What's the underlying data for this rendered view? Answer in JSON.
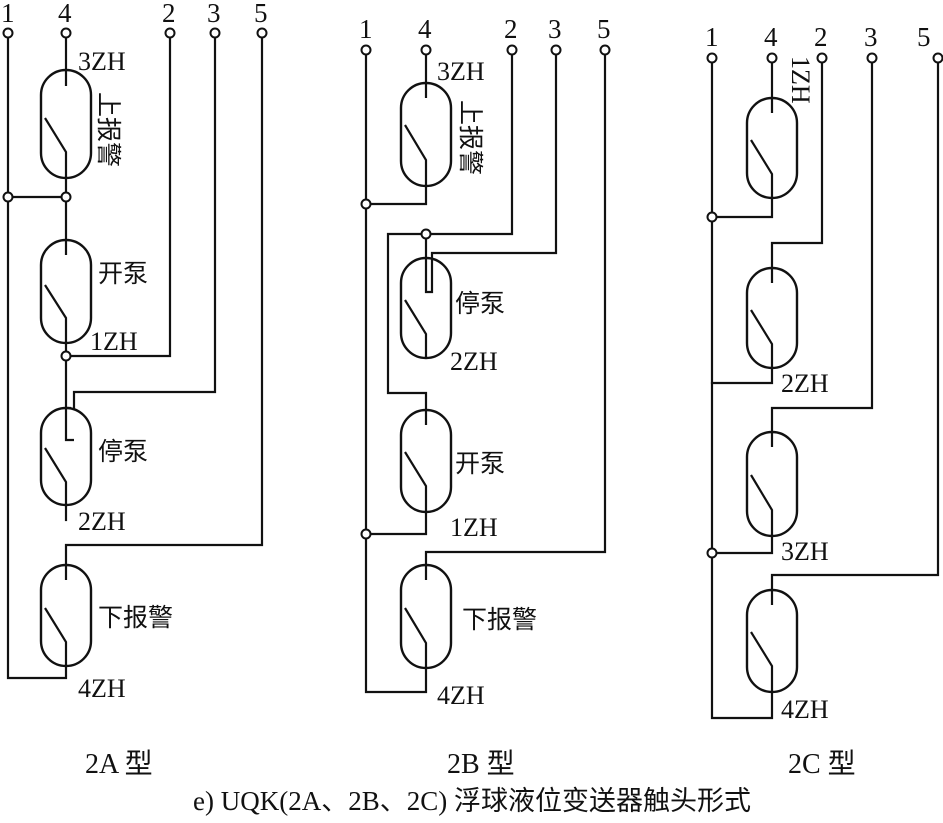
{
  "terminal_labels": [
    "1",
    "4",
    "2",
    "3",
    "5"
  ],
  "diagrams": [
    {
      "type_label": "2A 型",
      "switches": [
        {
          "code": "3ZH",
          "function": "上报警"
        },
        {
          "code": "1ZH",
          "function": "开泵"
        },
        {
          "code": "2ZH",
          "function": "停泵"
        },
        {
          "code": "4ZH",
          "function": "下报警"
        }
      ]
    },
    {
      "type_label": "2B 型",
      "switches": [
        {
          "code": "3ZH",
          "function": "上报警"
        },
        {
          "code": "2ZH",
          "function": "停泵"
        },
        {
          "code": "1ZH",
          "function": "开泵"
        },
        {
          "code": "4ZH",
          "function": "下报警"
        }
      ]
    },
    {
      "type_label": "2C 型",
      "switches": [
        {
          "code": "1ZH",
          "function": ""
        },
        {
          "code": "2ZH",
          "function": ""
        },
        {
          "code": "3ZH",
          "function": ""
        },
        {
          "code": "4ZH",
          "function": ""
        }
      ]
    }
  ],
  "caption": "e) UQK(2A、2B、2C) 浮球液位变送器触头形式"
}
